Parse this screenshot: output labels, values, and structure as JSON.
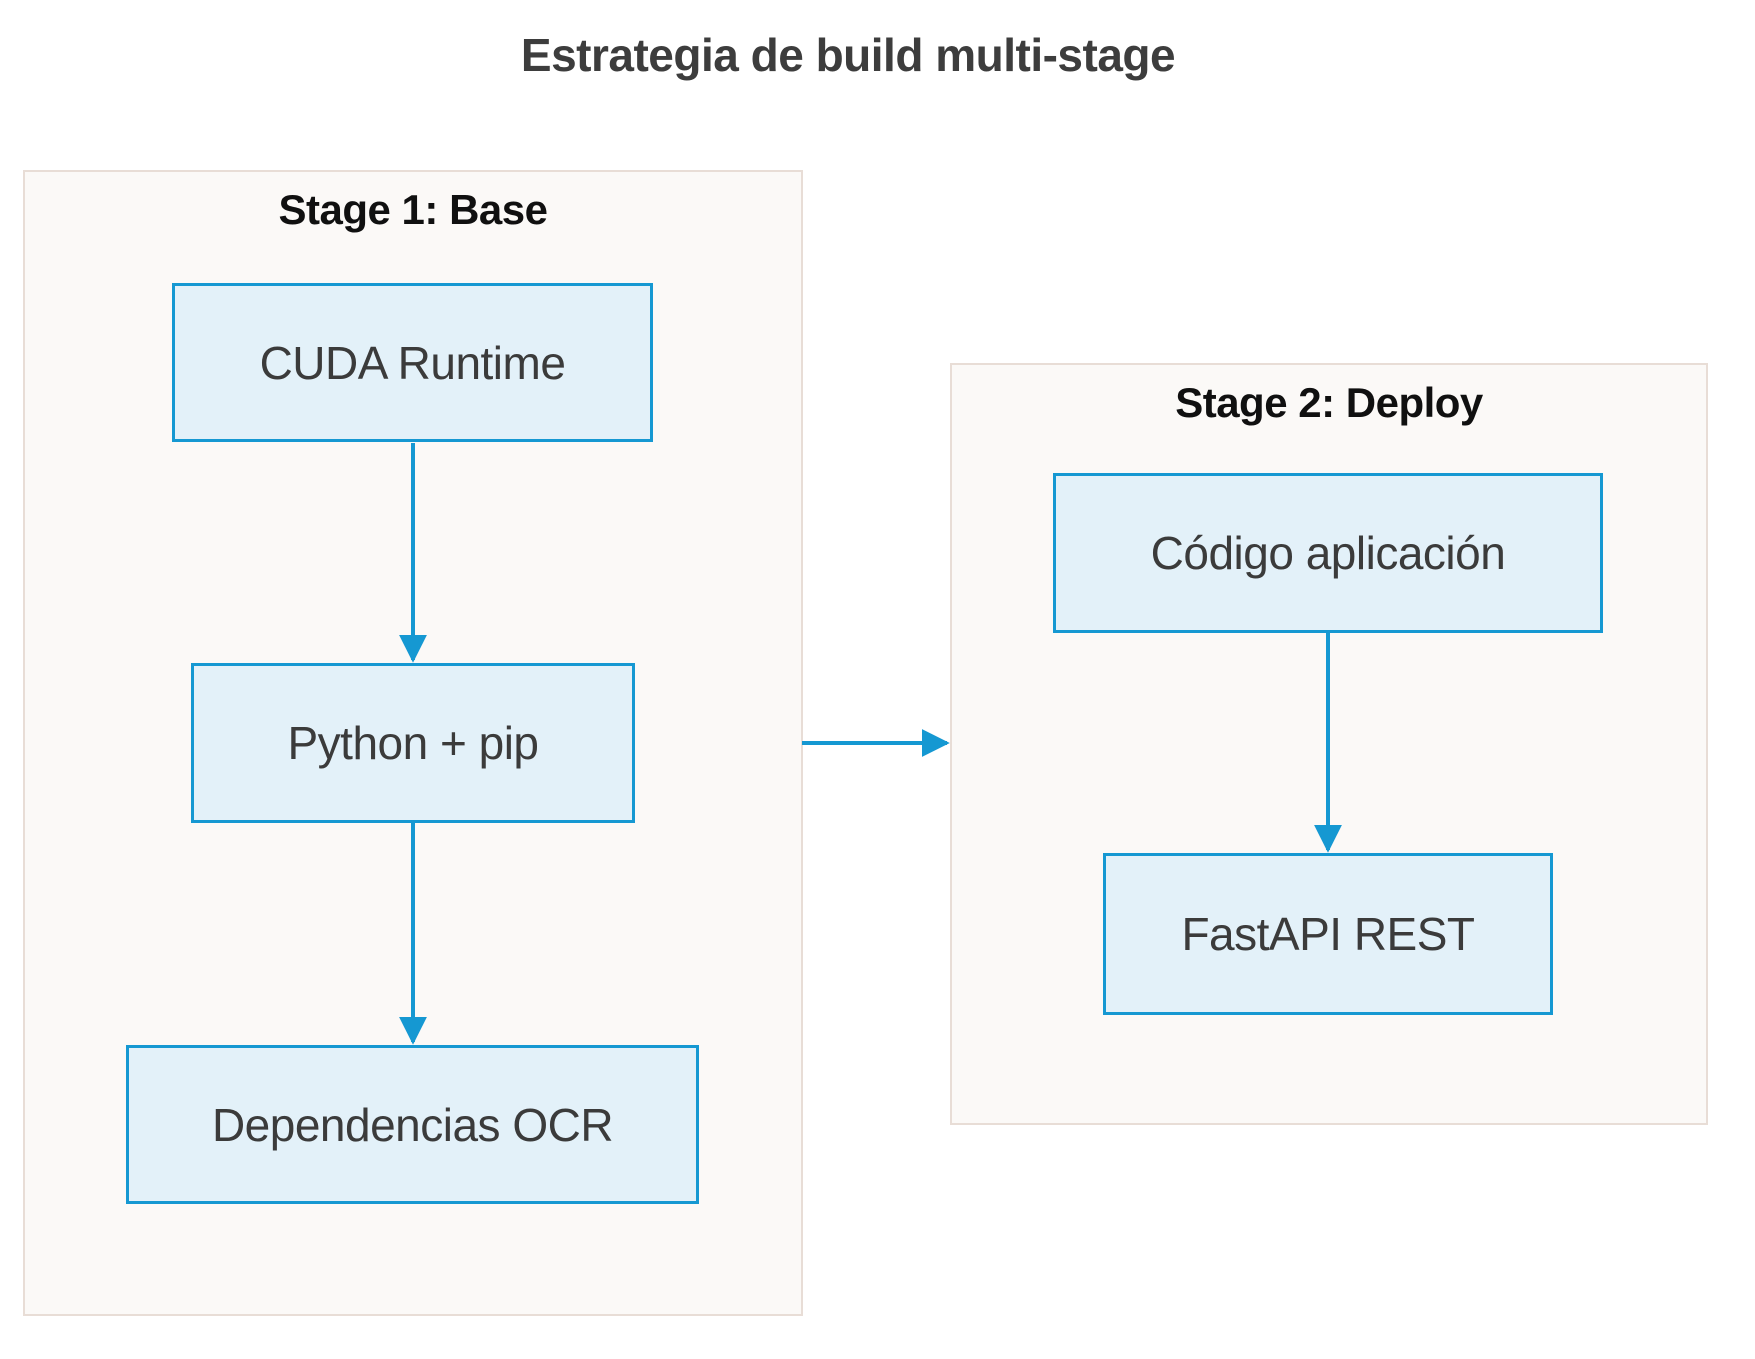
{
  "title": "Estrategia de build multi-stage",
  "stages": [
    {
      "label": "Stage 1: Base",
      "nodes": [
        "CUDA Runtime",
        "Python + pip",
        "Dependencias OCR"
      ]
    },
    {
      "label": "Stage 2: Deploy",
      "nodes": [
        "Código aplicación",
        "FastAPI REST"
      ]
    }
  ],
  "edges": [
    {
      "from": "CUDA Runtime",
      "to": "Python + pip"
    },
    {
      "from": "Python + pip",
      "to": "Dependencias OCR"
    },
    {
      "from": "Código aplicación",
      "to": "FastAPI REST"
    },
    {
      "from": "Stage 1: Base",
      "to": "Stage 2: Deploy"
    }
  ],
  "colors": {
    "page_bg": "#ffffff",
    "title_text": "#3d3d3d",
    "container_fill": "#fbf9f7",
    "container_border": "#e8ddd6",
    "label_text": "#101010",
    "node_fill": "#e3f1f9",
    "node_border": "#1598d2",
    "node_text": "#3b3b3b",
    "arrow": "#1598d2"
  }
}
